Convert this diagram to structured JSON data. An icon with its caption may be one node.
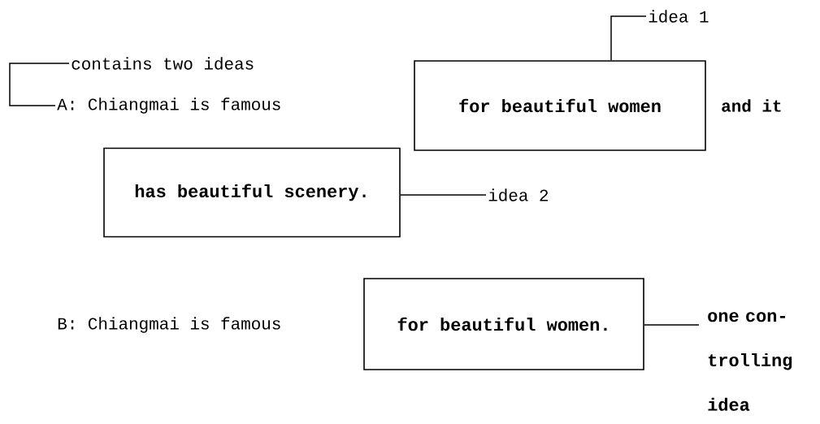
{
  "diagram": {
    "nodes": [
      {
        "text": [
          "contains two ideas"
        ]
      },
      {
        "text": [
          "A: Chiangmai is famous"
        ]
      },
      {
        "text": [
          "for beautiful women"
        ]
      },
      {
        "text": [
          "idea 1"
        ]
      },
      {
        "text": [
          "has beautiful scenery."
        ]
      },
      {
        "text": [
          "idea 2"
        ]
      },
      {
        "text": [
          "for beautiful women."
        ]
      },
      {
        "text": [
          "one con-trolling idea"
        ]
      }
    ],
    "edges": [
      {
        "from": 0,
        "to": 1,
        "arrow": "none"
      },
      {
        "from": 3,
        "to": 2,
        "arrow": "none"
      },
      {
        "from": 5,
        "to": 4,
        "arrow": "none"
      },
      {
        "from": 7,
        "to": 6,
        "arrow": "none"
      }
    ],
    "labels": [
      "and it",
      "B: Chiangmai is famous"
    ]
  }
}
